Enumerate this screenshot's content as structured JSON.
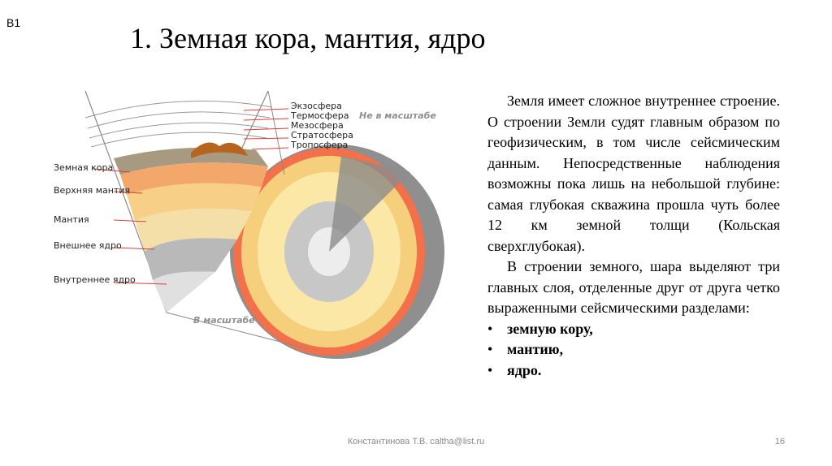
{
  "slide": {
    "corner_label": "B1",
    "title": "1. Земная кора, мантия, ядро",
    "footer": "Константинова Т.В. caltha@list.ru",
    "page_number": "16"
  },
  "figure": {
    "atmosphere_labels": [
      "Экзосфера",
      "Термосфера",
      "Мезосфера",
      "Стратосфера",
      "Тропосфера"
    ],
    "not_to_scale": "Не в масштабе",
    "to_scale": "В масштабе",
    "layer_labels": [
      "Земная кора",
      "Верхняя мантия",
      "Мантия",
      "Внешнее ядро",
      "Внутреннее ядро"
    ]
  },
  "text": {
    "paragraph1": "Земля имеет сложное внутреннее строение. О строении Земли судят главным образом по геофизическим, в том числе сейсмическим данным. Непосредственные наблюдения возможны пока лишь на небольшой глубине: самая глубокая скважина прошла чуть более 12 км земной толщи (Кольская сверхглубокая).",
    "paragraph2": "В строении земного, шара выделяют три главных слоя, отделенные друг от друга четко выраженными сейсмическими разделами:",
    "bullets": [
      "земную кору,",
      "мантию,",
      "ядро."
    ],
    "bullet_symbol": "•"
  }
}
